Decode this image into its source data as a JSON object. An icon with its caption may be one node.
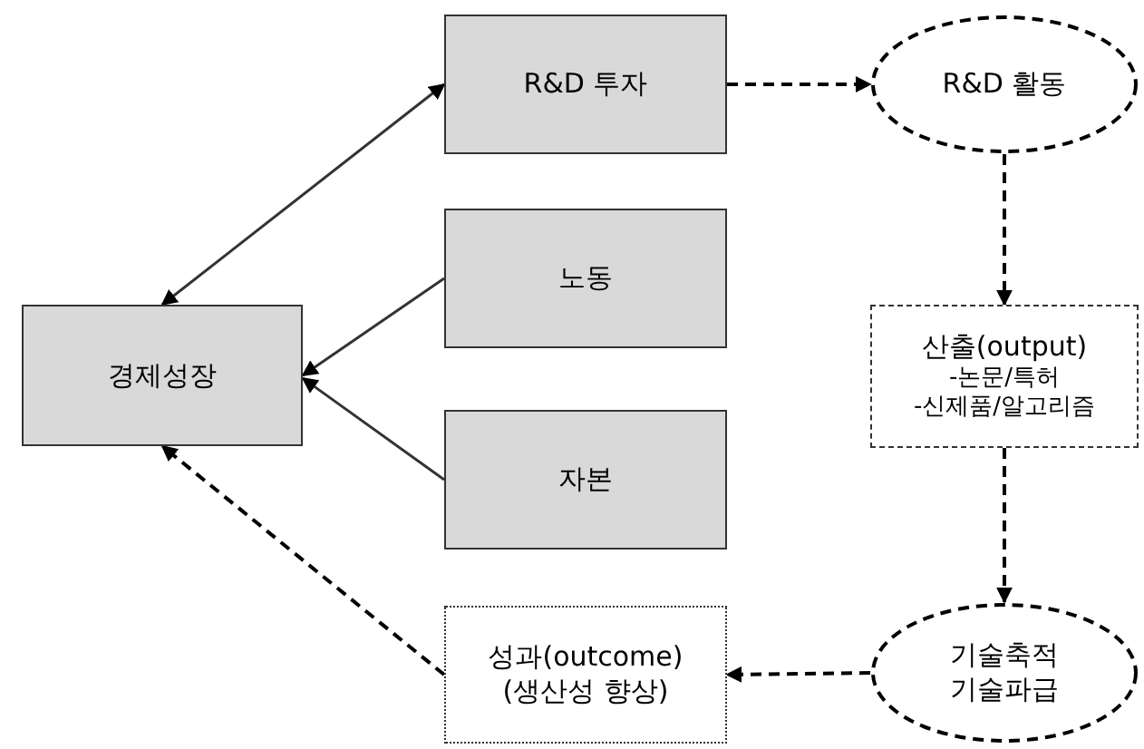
{
  "diagram": {
    "nodes": [
      {
        "text": [
          "경제성장"
        ]
      },
      {
        "text": [
          "R&D 투자"
        ]
      },
      {
        "text": [
          "노동"
        ]
      },
      {
        "text": [
          "자본"
        ]
      },
      {
        "text": [
          "R&D 활동"
        ]
      },
      {
        "text": [
          "산출(output)",
          "-논문/특허",
          "-신제품/알고리즘"
        ]
      },
      {
        "text": [
          "기술축적",
          "기술파급"
        ]
      },
      {
        "text": [
          "성과(outcome)",
          "(생산성 향상)"
        ]
      }
    ],
    "edges": [
      {
        "from": 0,
        "to": 1,
        "arrow": "both"
      },
      {
        "from": 2,
        "to": 0,
        "arrow": "to"
      },
      {
        "from": 3,
        "to": 0,
        "arrow": "to"
      },
      {
        "from": 1,
        "to": 4,
        "arrow": "to",
        "style": "dashed"
      },
      {
        "from": 4,
        "to": 5,
        "arrow": "to",
        "style": "dashed"
      },
      {
        "from": 5,
        "to": 6,
        "arrow": "to",
        "style": "dashed"
      },
      {
        "from": 6,
        "to": 7,
        "arrow": "to",
        "style": "dashed"
      },
      {
        "from": 7,
        "to": 0,
        "arrow": "to",
        "style": "dashed"
      }
    ]
  }
}
